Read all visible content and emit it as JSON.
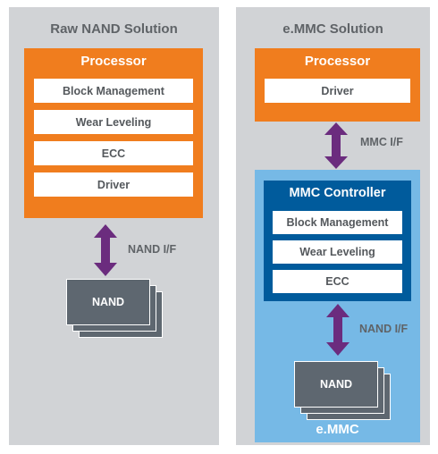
{
  "left": {
    "title": "Raw NAND Solution",
    "processor": {
      "title": "Processor",
      "items": [
        "Block Management",
        "Wear Leveling",
        "ECC",
        "Driver"
      ]
    },
    "interface_label": "NAND I/F",
    "nand_label": "NAND"
  },
  "right": {
    "title": "e.MMC Solution",
    "processor": {
      "title": "Processor",
      "items": [
        "Driver"
      ]
    },
    "mmc_interface_label": "MMC I/F",
    "controller": {
      "title": "MMC Controller",
      "items": [
        "Block Management",
        "Wear Leveling",
        "ECC"
      ]
    },
    "nand_interface_label": "NAND I/F",
    "nand_label": "NAND",
    "package_label": "e.MMC"
  },
  "colors": {
    "panel_bg": "#d1d3d6",
    "processor": "#f07d1e",
    "emmc_package": "#76b9e6",
    "controller": "#005b9c",
    "arrow": "#6b2c7e",
    "nand": "#5e6770"
  }
}
